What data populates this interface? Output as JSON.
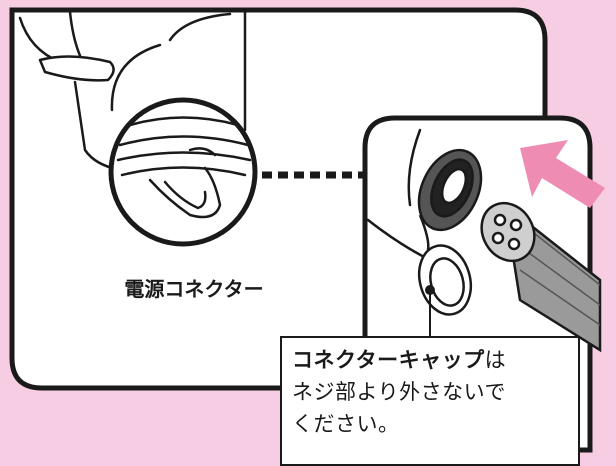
{
  "colors": {
    "background": "#f6cde2",
    "panel_fill": "#ffffff",
    "outline": "#1a1a1a",
    "arrow_pink": "#ee8cb4"
  },
  "labels": {
    "power_connector": "電源コネクター"
  },
  "note": {
    "bold_part": "コネクターキャップ",
    "line1_suffix": "は",
    "line2": "ネジ部より外さないで",
    "line3": "ください。"
  }
}
